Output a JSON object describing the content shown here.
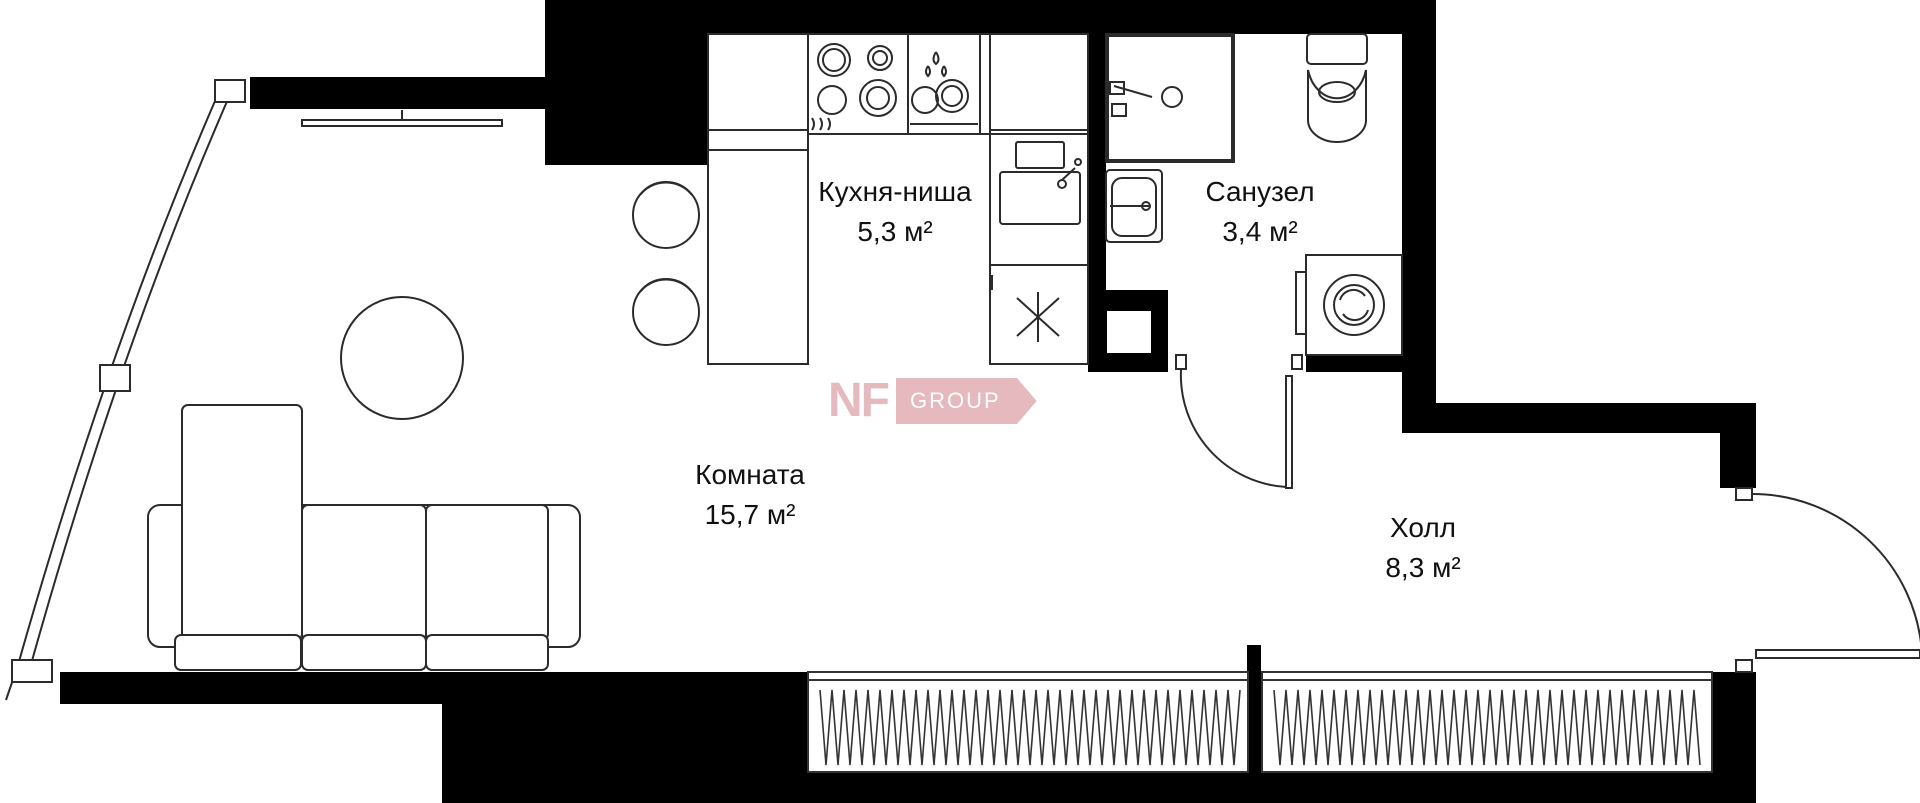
{
  "rooms": {
    "kitchen": {
      "name": "Кухня-ниша",
      "area": "5,3 м²"
    },
    "bathroom": {
      "name": "Санузел",
      "area": "3,4 м²"
    },
    "room": {
      "name": "Комната",
      "area": "15,7 м²"
    },
    "hall": {
      "name": "Холл",
      "area": "8,3 м²"
    }
  },
  "logo": {
    "mark": "NF",
    "tag": "GROUP",
    "color": "#e5b9be"
  },
  "colors": {
    "wall": "#000000",
    "line": "#2b2b2b",
    "background": "#ffffff"
  },
  "icons": [
    "stove-icon",
    "sink-icon",
    "dishwasher-icon",
    "toilet-icon",
    "washing-machine-icon",
    "sofa-icon",
    "table-icon",
    "tv-icon",
    "wardrobe-icon"
  ]
}
